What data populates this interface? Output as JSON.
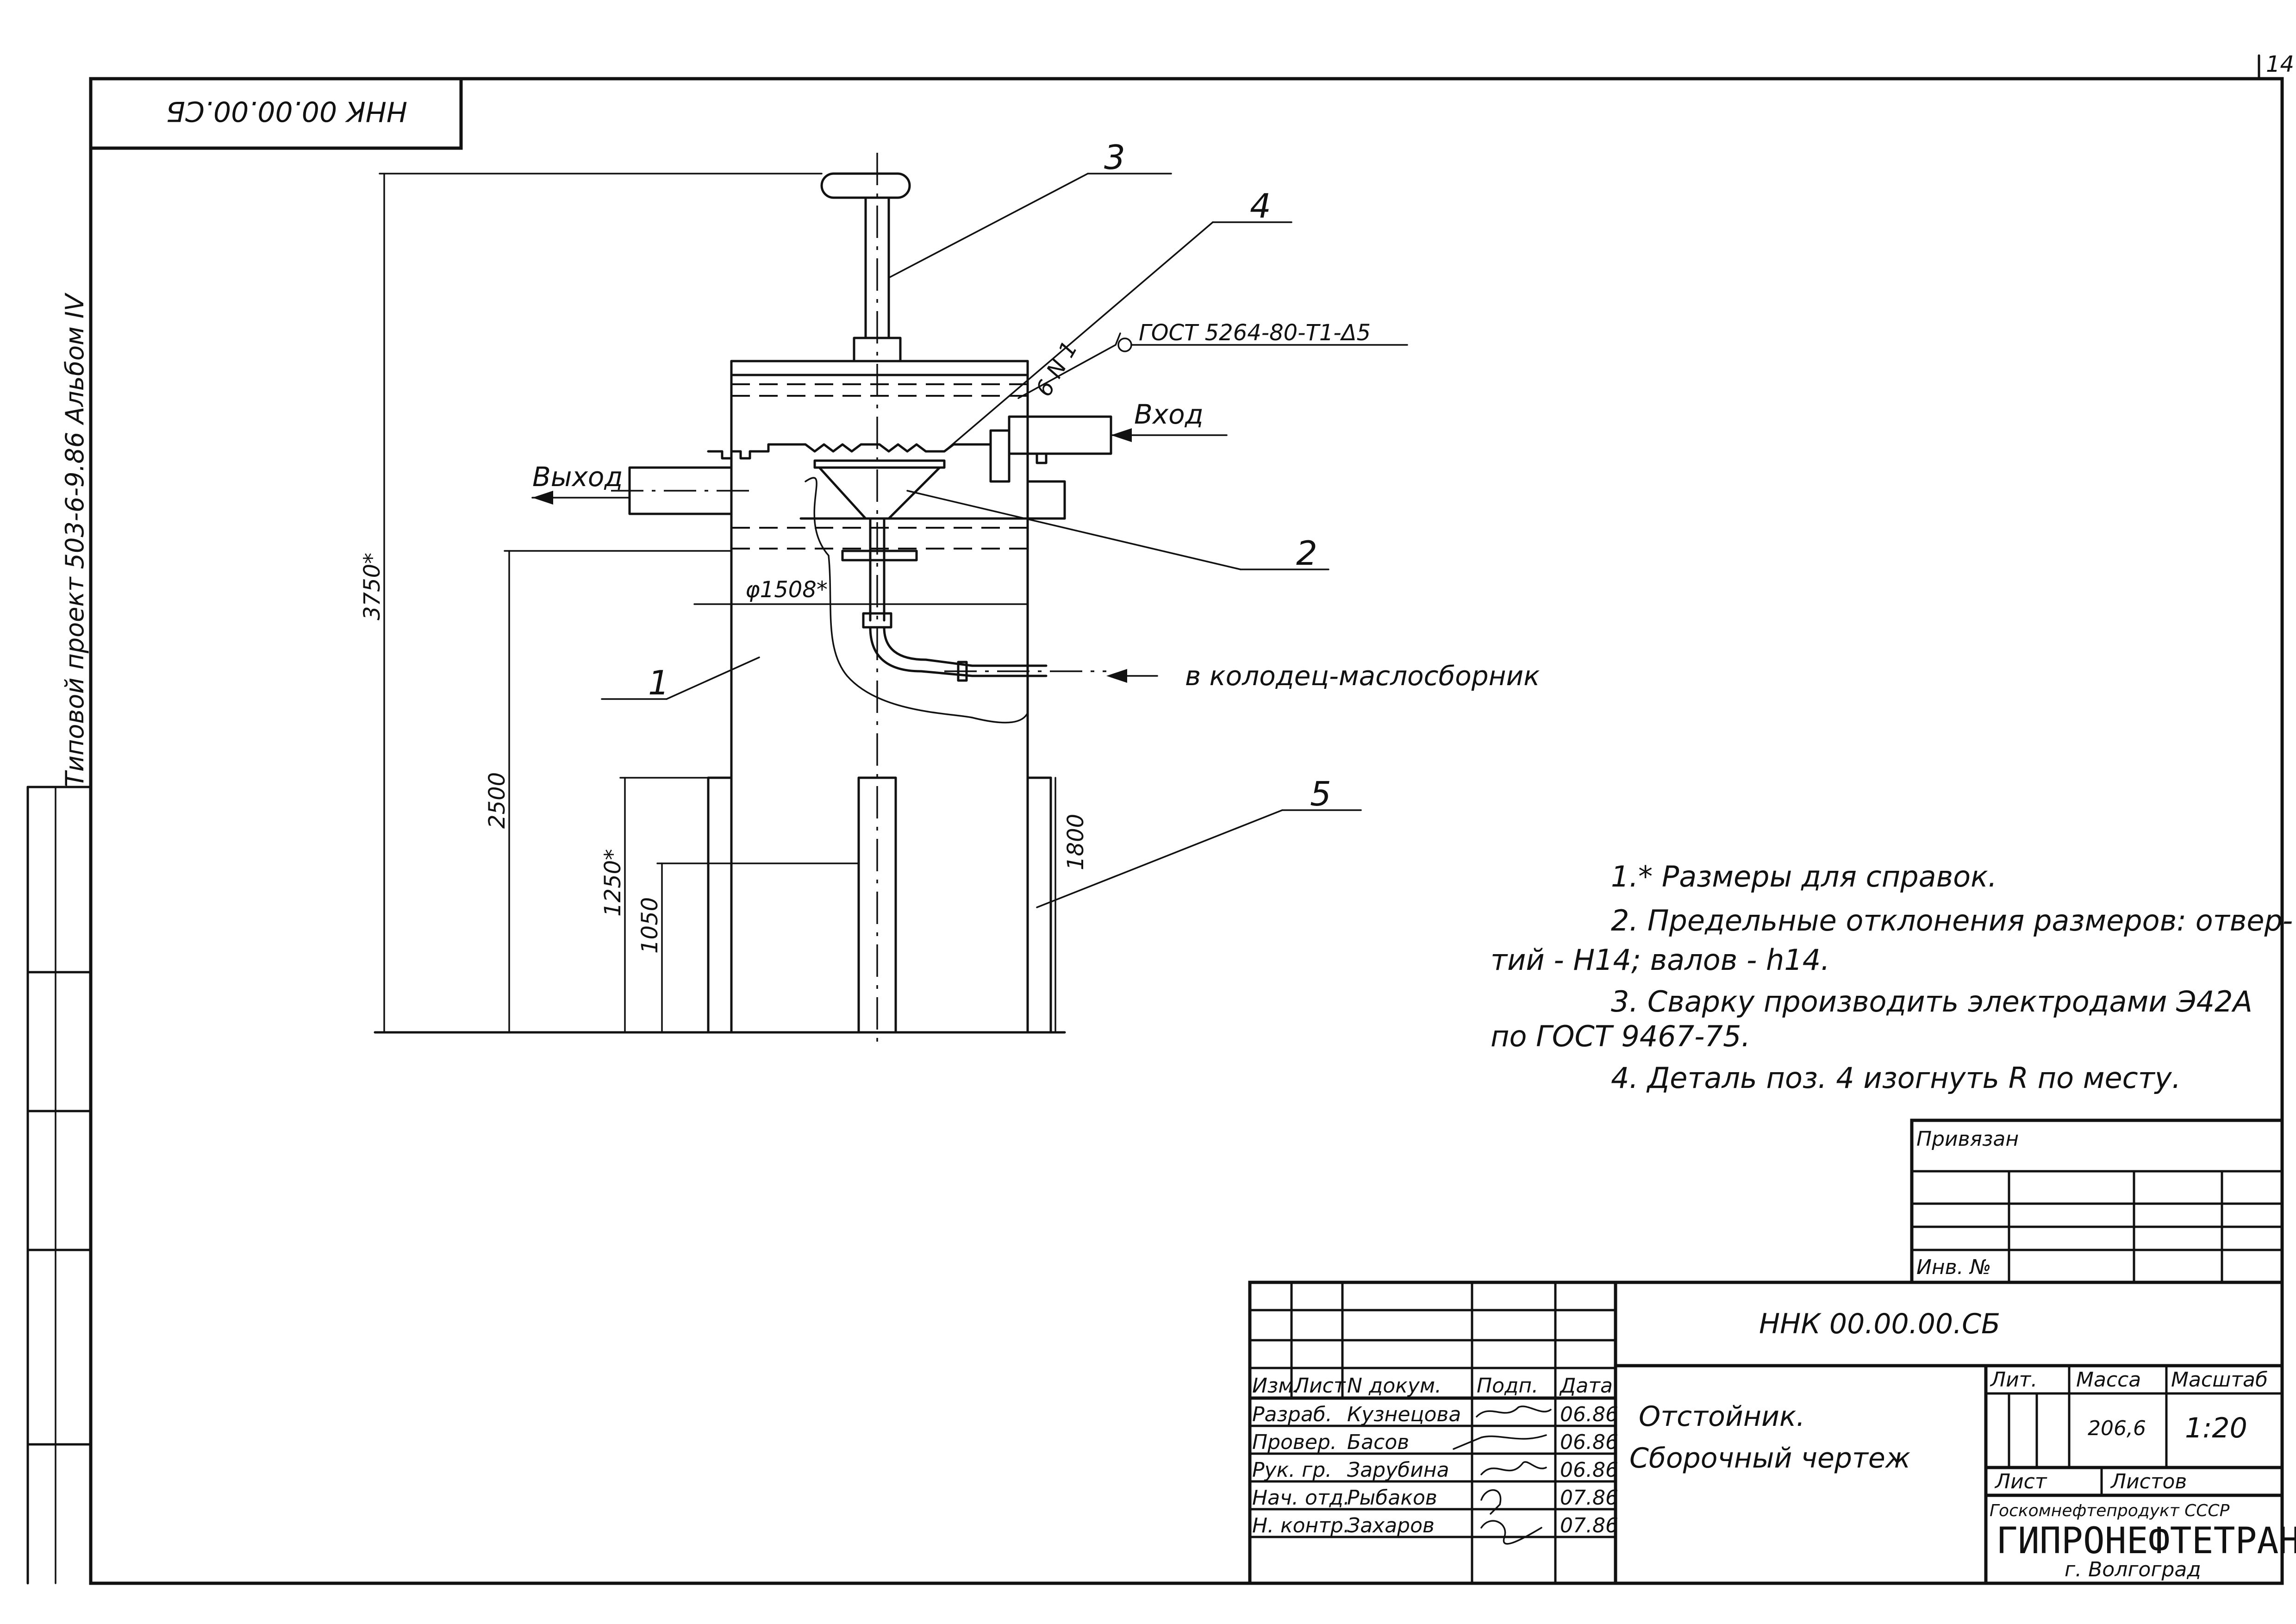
{
  "page": {
    "number": "14"
  },
  "stamp": {
    "code_rotated": "ННК 00.00.00.СБ"
  },
  "side": {
    "project": "Типовой проект 503-6-9.86  Альбом IV"
  },
  "drawing": {
    "positions": [
      "1",
      "2",
      "3",
      "4",
      "5"
    ],
    "labels": {
      "inlet": "Вход",
      "outlet": "Выход",
      "to_well": "в колодец-маслосборник",
      "weld": "ГОСТ 5264-80-Т1-Δ5",
      "weld_mark": "6 N 1"
    },
    "dimensions": {
      "overall_height": "3750*",
      "diameter": "φ1508*",
      "h2500": "2500",
      "h1250": "1250*",
      "h1050": "1050",
      "h1800": "1800"
    }
  },
  "notes": {
    "n1": "1.* Размеры для справок.",
    "n2a": "2. Предельные отклонения размеров: отвер-",
    "n2b": "тий - Н14; валов - h14.",
    "n3a": "3. Сварку производить электродами Э42А",
    "n3b": "по ГОСТ 9467-75.",
    "n4": "4. Деталь поз. 4 изогнуть R по месту."
  },
  "binding": {
    "title": "Привязан",
    "inv": "Инв. №"
  },
  "title_block": {
    "code": "ННК 00.00.00.СБ",
    "name_line1": "Отстойник.",
    "name_line2": "Сборочный чертеж",
    "headers": {
      "izm": "Изм.",
      "list": "Лист",
      "doc": "N докум.",
      "sign": "Подп.",
      "date": "Дата"
    },
    "rows": [
      {
        "role": "Разраб.",
        "name": "Кузнецова",
        "date": "06.86"
      },
      {
        "role": "Провер.",
        "name": "Басов",
        "date": "06.86"
      },
      {
        "role": "Рук. гр.",
        "name": "Зарубина",
        "date": "06.86"
      },
      {
        "role": "Нач. отд.",
        "name": "Рыбаков",
        "date": "07.86"
      },
      {
        "role": "Н. контр.",
        "name": "Захаров",
        "date": "07.86"
      }
    ],
    "lit_label": "Лит.",
    "mass_label": "Масса",
    "scale_label": "Масштаб",
    "mass": "206,6",
    "scale": "1:20",
    "sheet_label": "Лист",
    "sheets_label": "Листов",
    "org1": "Госкомнефтепродукт СССР",
    "org2": "ГИПРОНЕФТЕТРАНС",
    "org3": "г. Волгоград"
  }
}
